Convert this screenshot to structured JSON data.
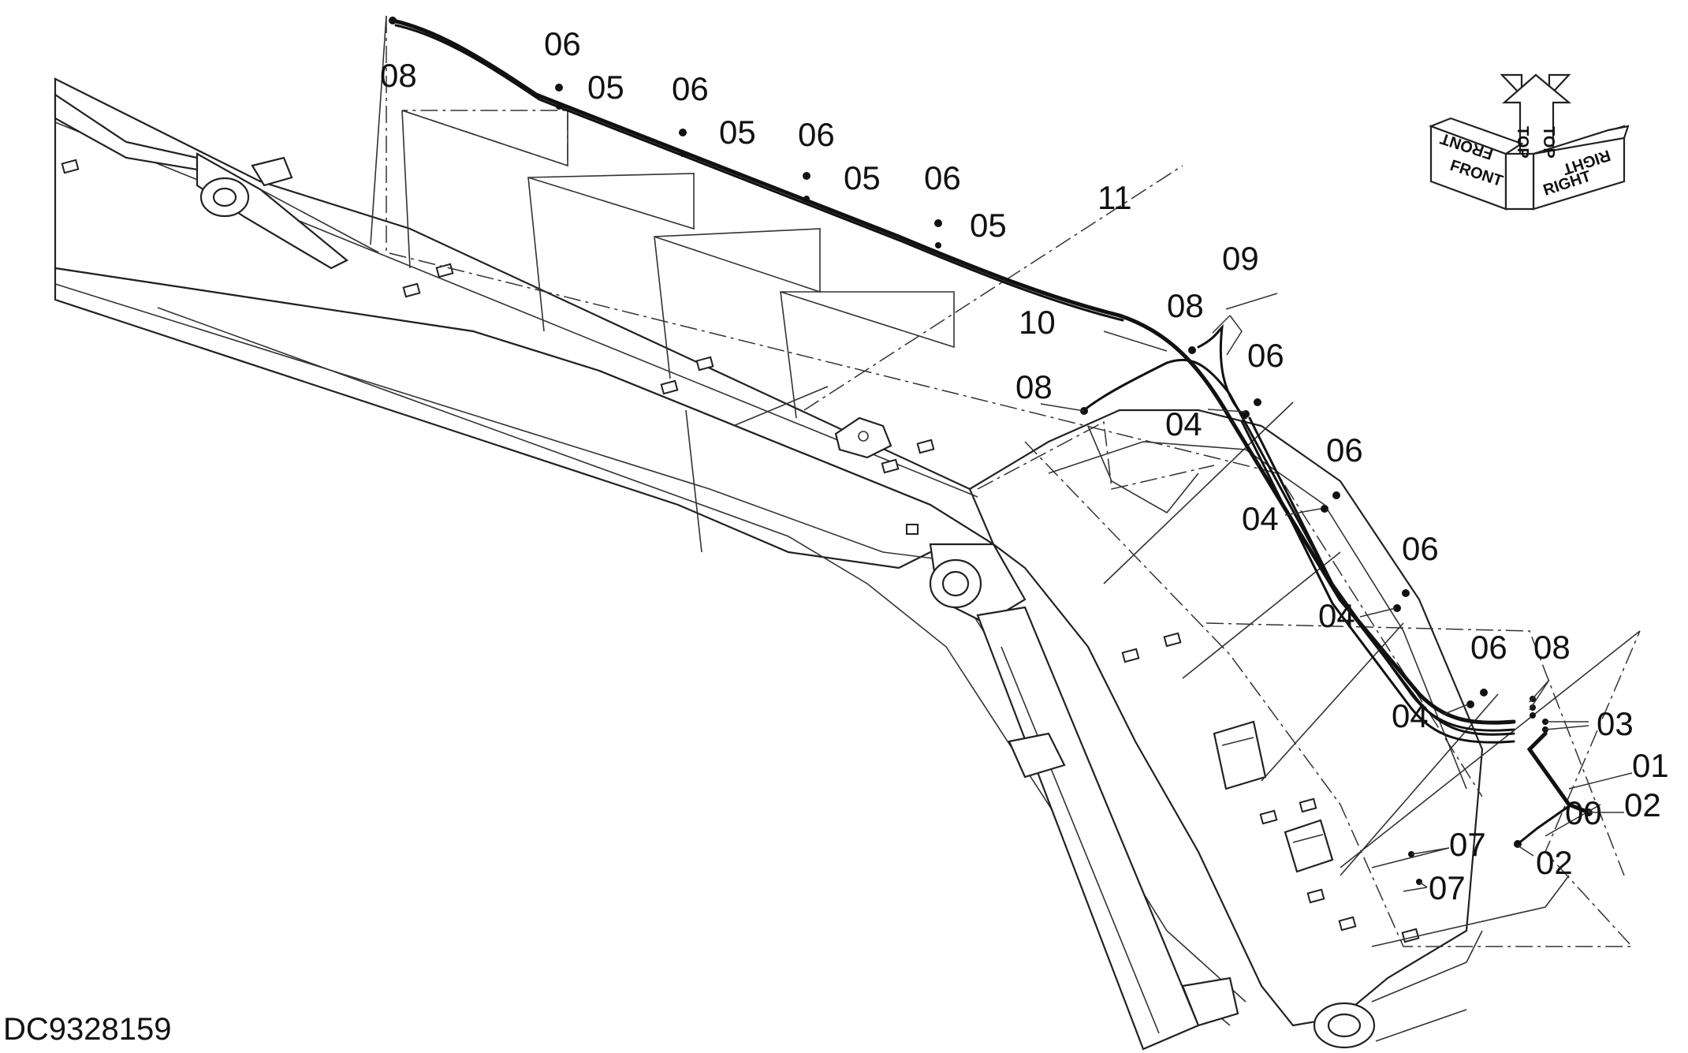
{
  "drawing": {
    "document_id": "DC9328159",
    "orientation_indicator": {
      "front_label": "FRONT",
      "top_label": "TOP",
      "right_label": "RIGHT",
      "front_mirrored_label": "FRONT",
      "top_mirrored_label": "TOP",
      "right_mirrored_label": "RIGHT"
    },
    "callouts": {
      "c01": "01",
      "c00": "00",
      "c02a": "02",
      "c02b": "02",
      "c03": "03",
      "c04a": "04",
      "c04b": "04",
      "c04c": "04",
      "c04d": "04",
      "c05a": "05",
      "c05b": "05",
      "c05c": "05",
      "c05d": "05",
      "c06a": "06",
      "c06b": "06",
      "c06c": "06",
      "c06d": "06",
      "c06e": "06",
      "c06f": "06",
      "c06g": "06",
      "c06h": "06",
      "c07a": "07",
      "c07b": "07",
      "c08a": "08",
      "c08b": "08",
      "c08c": "08",
      "c08d": "08",
      "c09": "09",
      "c10": "10",
      "c11": "11"
    }
  }
}
